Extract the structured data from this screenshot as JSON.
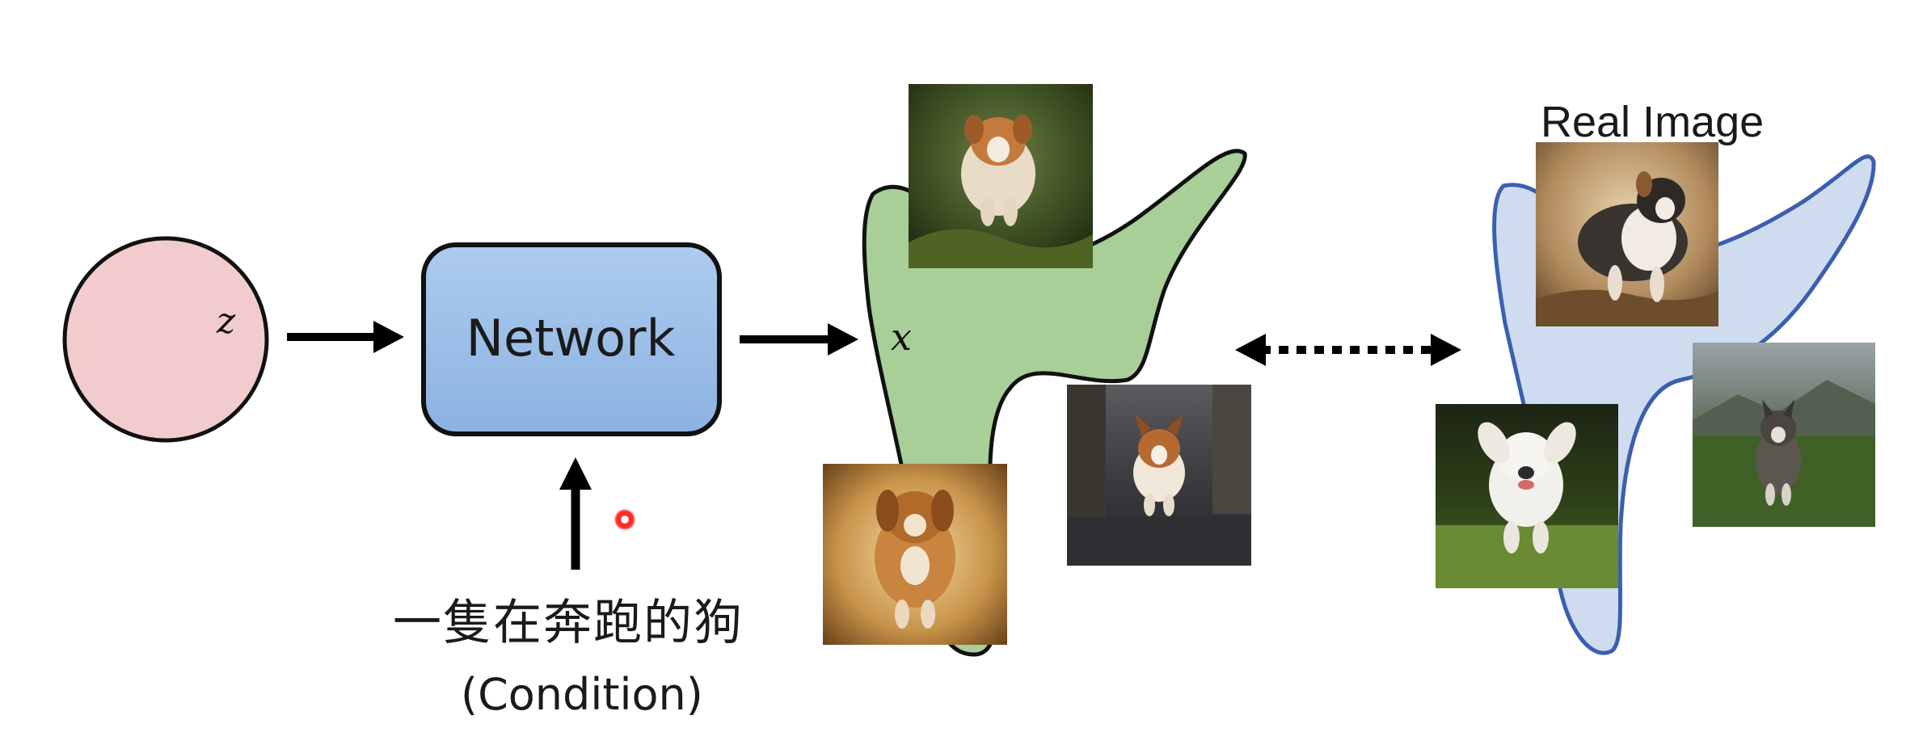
{
  "diagram": {
    "noise": {
      "symbol": "z"
    },
    "network": {
      "label": "Network"
    },
    "condition": {
      "text": "一隻在奔跑的狗",
      "sub": "(Condition)"
    },
    "output": {
      "symbol": "x"
    },
    "real": {
      "title": "Real Image"
    },
    "generated_images": [
      {
        "name": "dog-running-grass-photo",
        "desc": "dog running in green grass"
      },
      {
        "name": "dog-running-street-photo",
        "desc": "dog running on city street"
      },
      {
        "name": "dog-running-dust-photo",
        "desc": "golden dog running through dust"
      }
    ],
    "real_images": [
      {
        "name": "dog-running-dirt-photo",
        "desc": "shepherd dog running on dirt"
      },
      {
        "name": "husky-running-field-photo",
        "desc": "husky running in field"
      },
      {
        "name": "white-dog-running-grass-photo",
        "desc": "white fluffy dog running in grass"
      }
    ]
  },
  "colors": {
    "noise_fill": "#f2cccc",
    "network_fill_top": "#a9c8ec",
    "network_fill_bottom": "#8fb4e2",
    "network_stroke": "#111111",
    "gen_blob_fill": "#a8cf98",
    "gen_blob_stroke": "#111111",
    "real_blob_fill": "#cfdcf0",
    "real_blob_stroke": "#3b5fb0"
  }
}
